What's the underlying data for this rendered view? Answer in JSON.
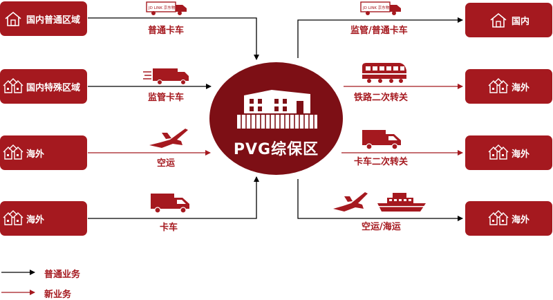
{
  "center": {
    "title": "PVG综保区"
  },
  "sources": [
    {
      "label": "国内普通区域",
      "icon": "house-icon",
      "mode": "普通卡车",
      "mode_icon": "jd-truck-icon",
      "truck_text": "JD LINK 京东物流"
    },
    {
      "label": "国内特殊区域",
      "icon": "village-icon",
      "mode": "监管卡车",
      "mode_icon": "fast-truck-icon"
    },
    {
      "label": "海外",
      "icon": "village-icon",
      "mode": "空运",
      "mode_icon": "airplane-icon"
    },
    {
      "label": "海外",
      "icon": "village-icon",
      "mode": "卡车",
      "mode_icon": "truck-icon"
    }
  ],
  "destinations": [
    {
      "label": "国内",
      "icon": "house-icon",
      "mode": "监管/普通卡车",
      "mode_icon": "jd-truck-icon",
      "truck_text": "JD LINK 京东物流"
    },
    {
      "label": "海外",
      "icon": "village-icon",
      "mode": "铁路二次转关",
      "mode_icon": "train-icon"
    },
    {
      "label": "海外",
      "icon": "village-icon",
      "mode": "卡车二次转关",
      "mode_icon": "truck-icon"
    },
    {
      "label": "海外",
      "icon": "village-icon",
      "mode": "空运/海运",
      "mode_icon": "plane-ship-icon"
    }
  ],
  "legend": [
    {
      "label": "普通业务",
      "color": "#000000"
    },
    {
      "label": "新业务",
      "color": "#a5191f"
    }
  ],
  "colors": {
    "primary": "#a5191f",
    "center": "#7d0f15",
    "old_flow": "#000000",
    "new_flow": "#a5191f"
  }
}
